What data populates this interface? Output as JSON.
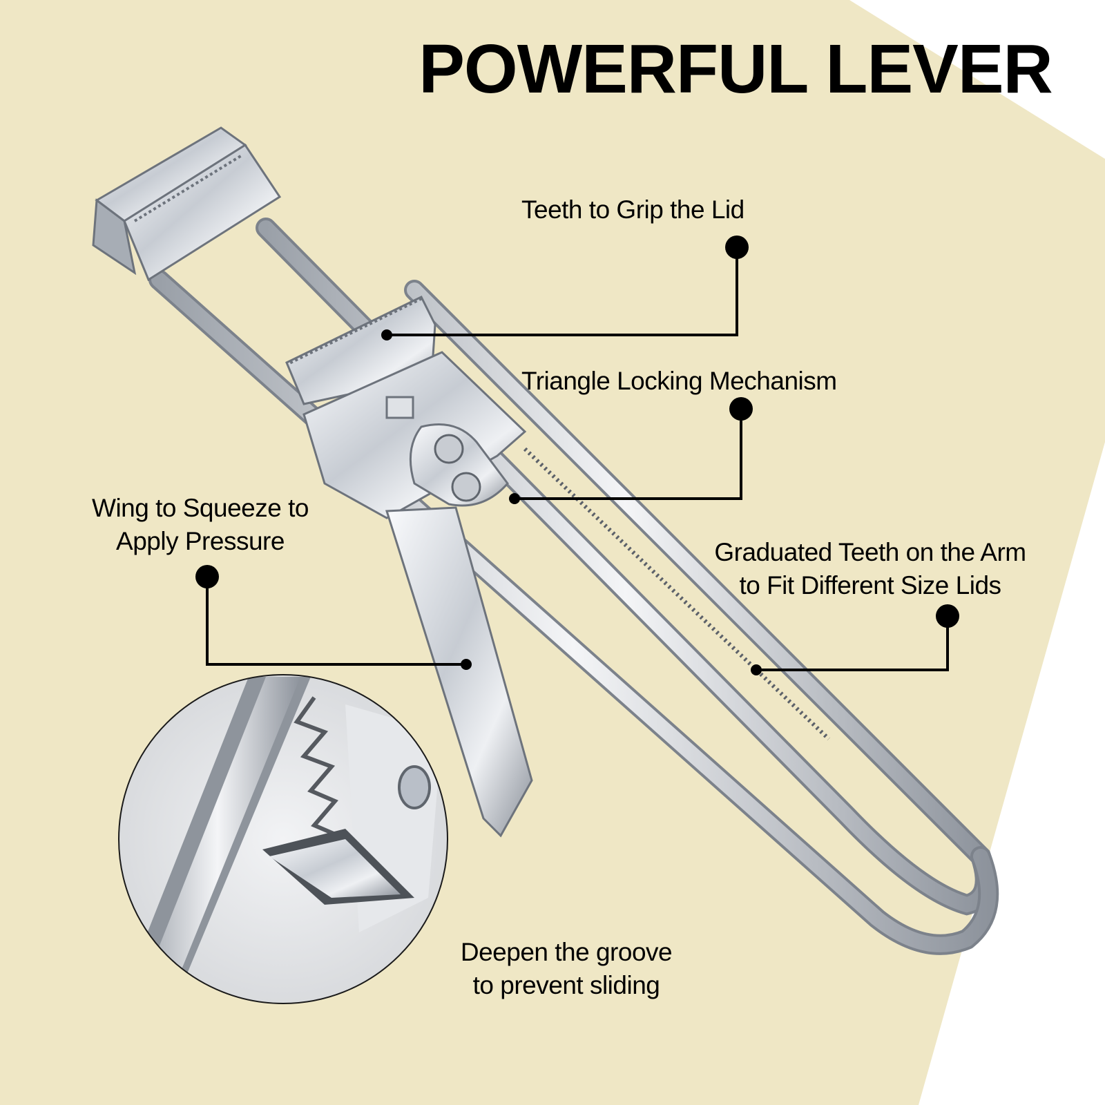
{
  "headline": "POWERFUL LEVER",
  "callouts": {
    "teeth_grip": "Teeth to Grip the Lid",
    "locking": "Triangle Locking Mechanism",
    "wing": [
      "Wing to Squeeze to",
      "Apply Pressure"
    ],
    "graduated": [
      "Graduated Teeth on the Arm",
      "to Fit Different Size Lids"
    ],
    "groove": [
      "Deepen the groove",
      "to prevent sliding"
    ]
  },
  "colors": {
    "background_band": "#efe7c5",
    "page": "#ffffff",
    "metal_light": "#f1f3f6",
    "metal_mid": "#b9bfc8",
    "metal_dark": "#6d737c",
    "callout_line": "#000000"
  },
  "icons": [
    "jar-opener-product",
    "magnified-teeth-detail",
    "callout-dot"
  ]
}
